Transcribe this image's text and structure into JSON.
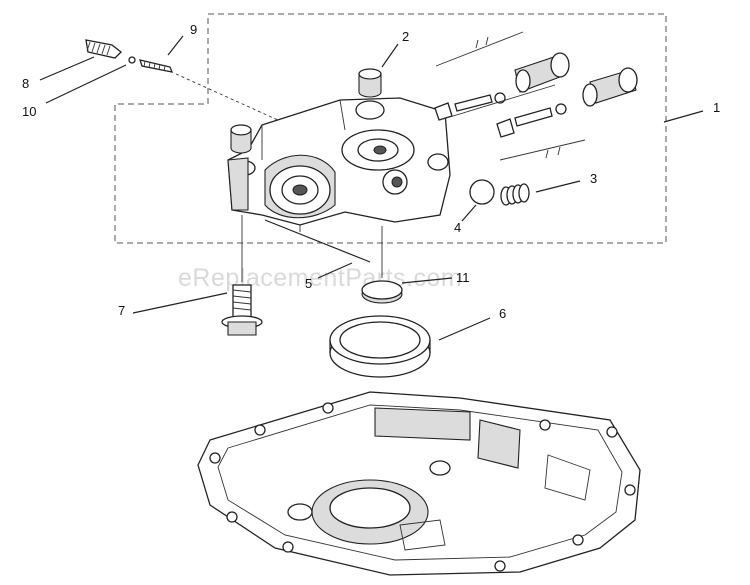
{
  "watermark": "eReplacementParts.com",
  "callouts": {
    "c1": "1",
    "c2": "2",
    "c3": "3",
    "c4": "4",
    "c5": "5",
    "c6": "6",
    "c7": "7",
    "c8": "8",
    "c9": "9",
    "c10": "10",
    "c11": "11"
  },
  "parts": [
    {
      "ref": "1",
      "icon": "valve-body-assembly-icon"
    },
    {
      "ref": "2",
      "icon": "dowel-pin-icon"
    },
    {
      "ref": "3",
      "icon": "spring-icon"
    },
    {
      "ref": "4",
      "icon": "check-ball-icon"
    },
    {
      "ref": "5",
      "icon": "pin-icon"
    },
    {
      "ref": "6",
      "icon": "filter-ring-icon"
    },
    {
      "ref": "7",
      "icon": "flange-bolt-icon"
    },
    {
      "ref": "8",
      "icon": "plug-icon"
    },
    {
      "ref": "9",
      "icon": "spring-icon"
    },
    {
      "ref": "10",
      "icon": "ball-icon"
    },
    {
      "ref": "11",
      "icon": "plug-cap-icon"
    }
  ]
}
